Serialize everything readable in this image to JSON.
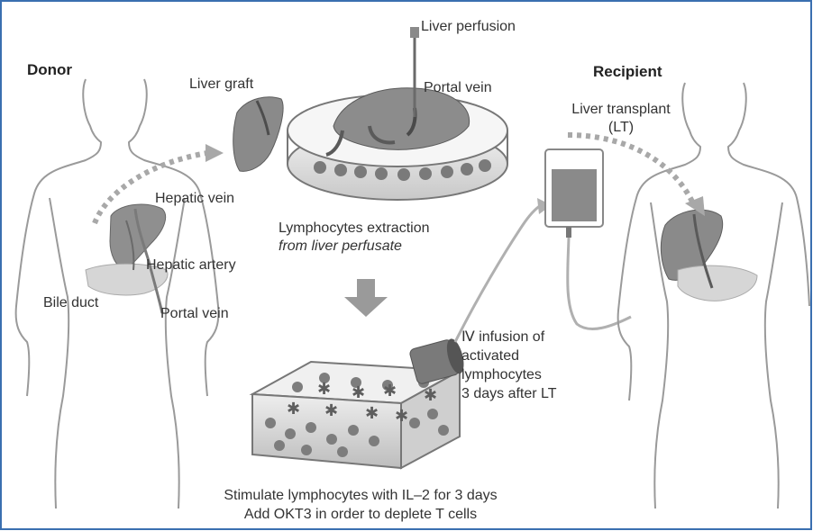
{
  "donor": {
    "title": "Donor",
    "liver_graft": "Liver graft",
    "hepatic_vein": "Hepatic vein",
    "hepatic_artery": "Hepatic artery",
    "bile_duct": "Bile duct",
    "portal_vein": "Portal vein"
  },
  "perfusion": {
    "liver_perfusion": "Liver perfusion",
    "portal_vein": "Portal vein",
    "extraction_line1": "Lymphocytes extraction",
    "extraction_line2": "from liver perfusate"
  },
  "culture": {
    "stimulate": "Stimulate lymphocytes with IL–2 for 3 days",
    "okt3": "Add OKT3 in order to deplete T cells"
  },
  "infusion": {
    "line1": "Ⅳ infusion of",
    "line2": "activated",
    "line3": "lymphocytes",
    "line4": "3 days after LT"
  },
  "recipient": {
    "title": "Recipient",
    "transplant_line1": "Liver transplant",
    "transplant_line2": "(LT)"
  },
  "colors": {
    "frame": "#3a6fb0",
    "outline": "#888888",
    "organ": "#8a8a8a",
    "arrow": "#b0b0b0"
  }
}
